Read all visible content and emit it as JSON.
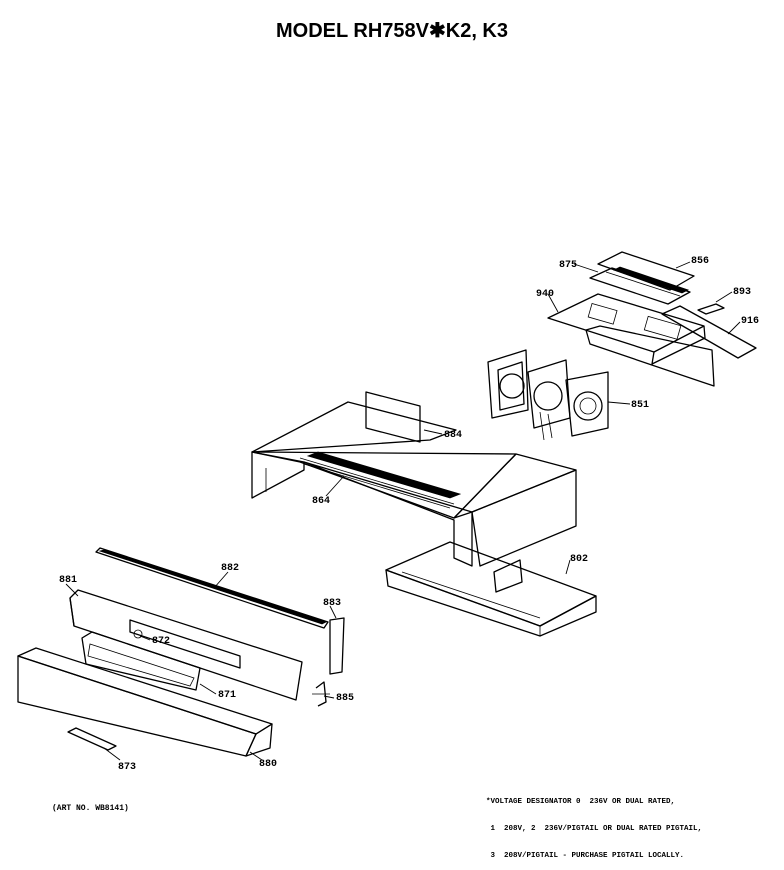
{
  "title": "MODEL RH758V✱K2, K3",
  "parts": [
    {
      "id": "875",
      "label": "875"
    },
    {
      "id": "856",
      "label": "856"
    },
    {
      "id": "893",
      "label": "893"
    },
    {
      "id": "940",
      "label": "940"
    },
    {
      "id": "916",
      "label": "916"
    },
    {
      "id": "851",
      "label": "851"
    },
    {
      "id": "884",
      "label": "884"
    },
    {
      "id": "864",
      "label": "864"
    },
    {
      "id": "882",
      "label": "882"
    },
    {
      "id": "881",
      "label": "881"
    },
    {
      "id": "883",
      "label": "883"
    },
    {
      "id": "872",
      "label": "872"
    },
    {
      "id": "871",
      "label": "871"
    },
    {
      "id": "885",
      "label": "885"
    },
    {
      "id": "802",
      "label": "802"
    },
    {
      "id": "873",
      "label": "873"
    },
    {
      "id": "880",
      "label": "880"
    }
  ],
  "voltage_note": [
    "*VOLTAGE DESIGNATOR 0  236V OR DUAL RATED,",
    " 1  208V, 2  236V/PIGTAIL OR DUAL RATED PIGTAIL,",
    " 3  208V/PIGTAIL - PURCHASE PIGTAIL LOCALLY."
  ],
  "art_number": "(ART NO. WB8141)"
}
